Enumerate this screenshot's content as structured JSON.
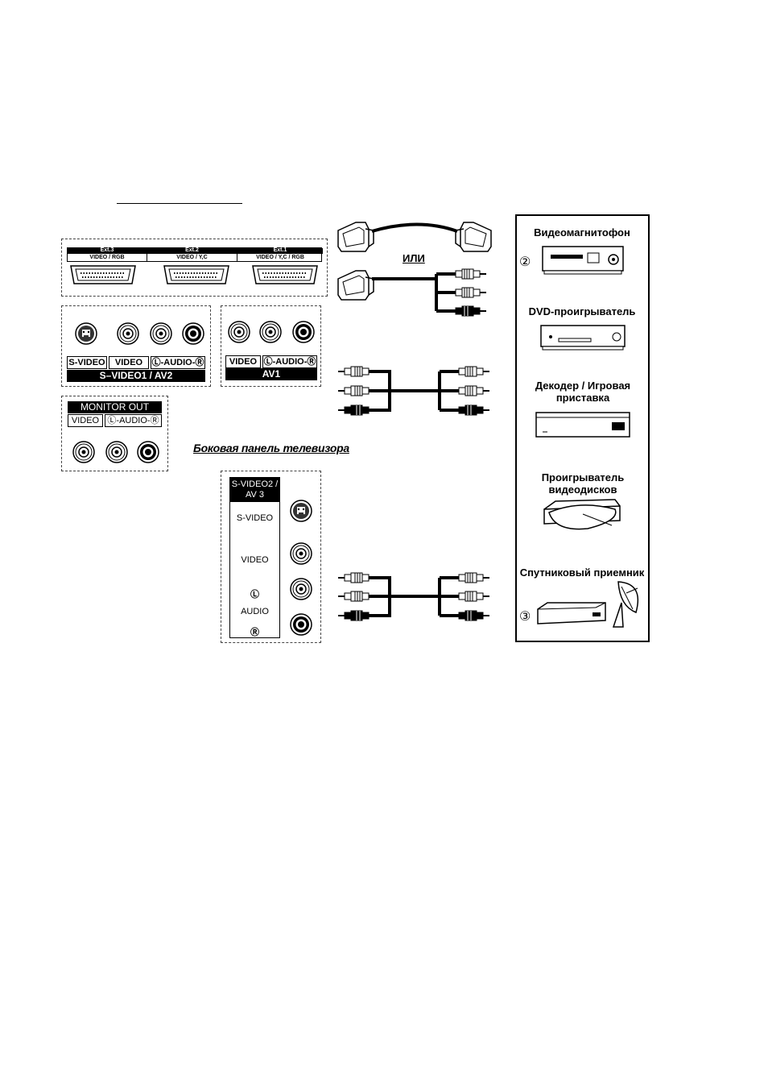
{
  "scart": {
    "ext3": {
      "name": "Ext.3",
      "sub": "VIDEO / RGB"
    },
    "ext2": {
      "name": "Ext.2",
      "sub": "VIDEO / Y,C"
    },
    "ext1": {
      "name": "Ext.1",
      "sub": "VIDEO / Y,C / RGB"
    }
  },
  "av2": {
    "svideo": "S-VIDEO",
    "video": "VIDEO",
    "audio": "Ⓛ-AUDIO-Ⓡ",
    "title": "S–VIDEO1 / AV2"
  },
  "av1": {
    "video": "VIDEO",
    "audio": "Ⓛ-AUDIO-Ⓡ",
    "title": "AV1"
  },
  "monitor": {
    "title": "MONITOR OUT",
    "video": "VIDEO",
    "audio": "Ⓛ-AUDIO-Ⓡ"
  },
  "side_panel_caption": "Боковая панель телевизора",
  "side": {
    "title": "S-VIDEO2 / AV 3",
    "svideo": "S-VIDEO",
    "video": "VIDEO",
    "l": "Ⓛ",
    "audio": "AUDIO",
    "r": "Ⓡ"
  },
  "or_label": "ИЛИ",
  "devices": [
    {
      "title": "Видеомагнитофон",
      "mark": "②"
    },
    {
      "title": "DVD-проигрыватель",
      "mark": ""
    },
    {
      "title": "Декодер / Игровая приставка",
      "mark": ""
    },
    {
      "title": "Проигрыватель видеодисков",
      "mark": ""
    },
    {
      "title": "Спутниковый приемник",
      "mark": "③"
    }
  ]
}
